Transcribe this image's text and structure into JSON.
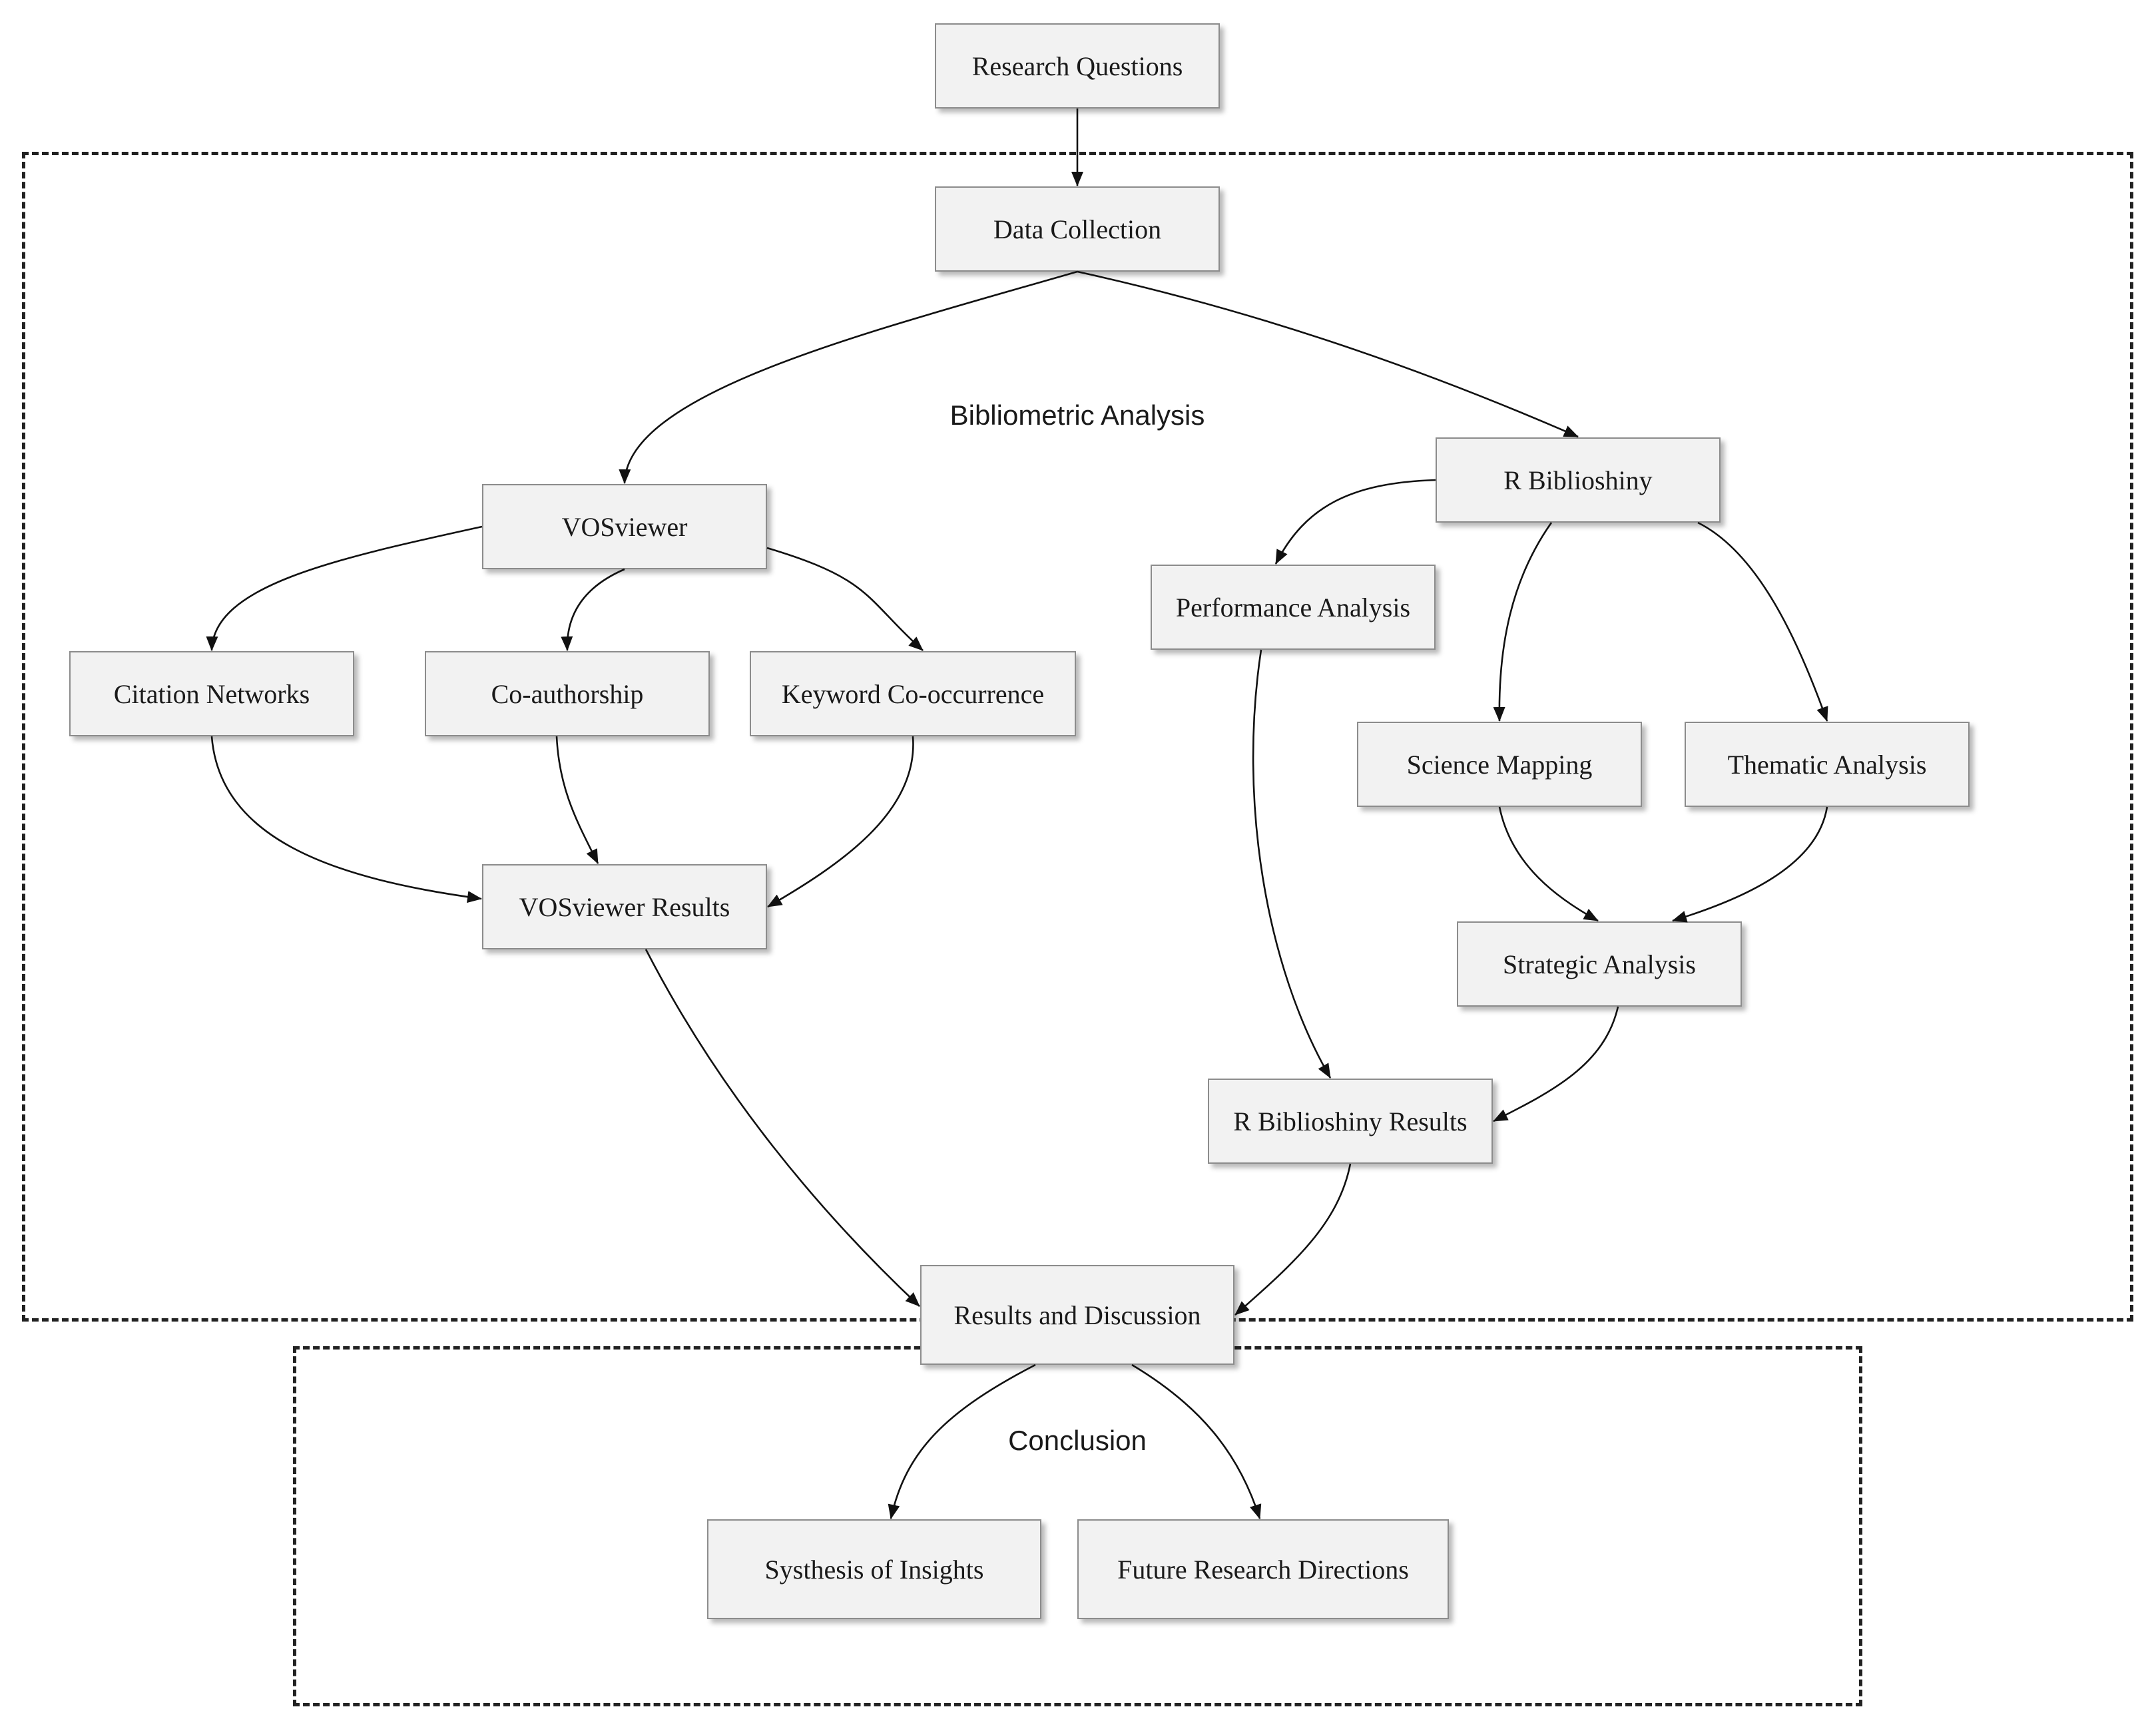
{
  "groups": {
    "bibliometric_analysis": "Bibliometric Analysis",
    "conclusion": "Conclusion"
  },
  "nodes": {
    "research_questions": "Research Questions",
    "data_collection": "Data Collection",
    "vosviewer": "VOSviewer",
    "r_biblioshiny": "R Biblioshiny",
    "citation_networks": "Citation Networks",
    "co_authorship": "Co-authorship",
    "keyword_cooccurrence": "Keyword Co-occurrence",
    "performance_analysis": "Performance Analysis",
    "science_mapping": "Science Mapping",
    "thematic_analysis": "Thematic Analysis",
    "vosviewer_results": "VOSviewer Results",
    "strategic_analysis": "Strategic Analysis",
    "r_biblioshiny_results": "R Biblioshiny Results",
    "results_and_discussion": "Results and Discussion",
    "synthesis_of_insights": "Systhesis of Insights",
    "future_research_directions": "Future Research Directions"
  },
  "edges": [
    {
      "from": "research_questions",
      "to": "data_collection"
    },
    {
      "from": "data_collection",
      "to": "vosviewer"
    },
    {
      "from": "data_collection",
      "to": "r_biblioshiny"
    },
    {
      "from": "vosviewer",
      "to": "citation_networks"
    },
    {
      "from": "vosviewer",
      "to": "co_authorship"
    },
    {
      "from": "vosviewer",
      "to": "keyword_cooccurrence"
    },
    {
      "from": "citation_networks",
      "to": "vosviewer_results"
    },
    {
      "from": "co_authorship",
      "to": "vosviewer_results"
    },
    {
      "from": "keyword_cooccurrence",
      "to": "vosviewer_results"
    },
    {
      "from": "r_biblioshiny",
      "to": "performance_analysis"
    },
    {
      "from": "r_biblioshiny",
      "to": "science_mapping"
    },
    {
      "from": "r_biblioshiny",
      "to": "thematic_analysis"
    },
    {
      "from": "science_mapping",
      "to": "strategic_analysis"
    },
    {
      "from": "thematic_analysis",
      "to": "strategic_analysis"
    },
    {
      "from": "performance_analysis",
      "to": "r_biblioshiny_results"
    },
    {
      "from": "strategic_analysis",
      "to": "r_biblioshiny_results"
    },
    {
      "from": "vosviewer_results",
      "to": "results_and_discussion"
    },
    {
      "from": "r_biblioshiny_results",
      "to": "results_and_discussion"
    },
    {
      "from": "results_and_discussion",
      "to": "synthesis_of_insights"
    },
    {
      "from": "results_and_discussion",
      "to": "future_research_directions"
    }
  ]
}
